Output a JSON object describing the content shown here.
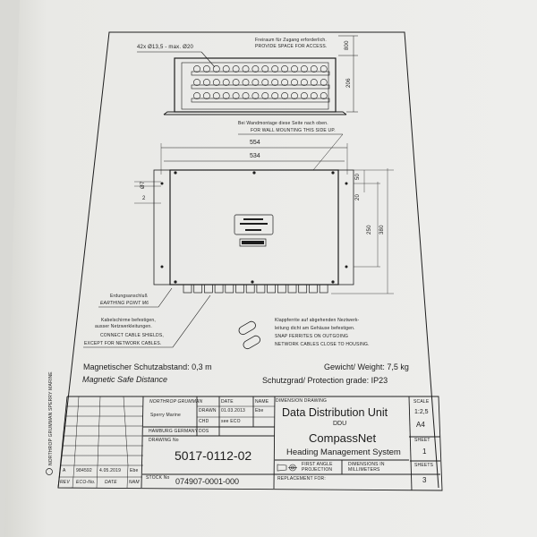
{
  "drawing": {
    "connector_note": "42x Ø13,5 - max. Ø20",
    "access_note_de": "Freiraum für Zugang erforderlich.",
    "access_note_en": "PROVIDE SPACE FOR ACCESS.",
    "dim_800": "800",
    "dim_206": "206",
    "wall_note_de": "Bei Wandmontage diese Seite nach oben.",
    "wall_note_en": "FOR WALL MOUNTING THIS SIDE UP.",
    "dim_554": "554",
    "dim_534": "534",
    "dim_d7": "Ø7",
    "dim_2": "2",
    "dim_50": "50",
    "dim_20": "20",
    "dim_250": "250",
    "dim_380": "380",
    "earthing_de": "Erdungsanschluß",
    "earthing_en": "EARTHING POINT M6",
    "shield_note": [
      "Kabelschirme befestigen,",
      "ausser Netzwerkleitungen.",
      "CONNECT CABLE SHIELDS,",
      "EXCEPT FOR NETWORK CABLES."
    ],
    "ferrite_note": [
      "Klappferrite auf abgehenden Neztwerk-",
      "leitung dicht am Gehäuse befestigen.",
      "SNAP FERRITES ON OUTGOING",
      "NETWORK CABLES CLOSE TO HOUSING."
    ],
    "magnetic_de": "Magnetischer Schutzabstand: 0,3 m",
    "magnetic_en": "Magnetic Safe Distance",
    "weight": "Gewicht/ Weight: 7,5 kg",
    "protection": "Schutzgrad/ Protection grade: IP23"
  },
  "side_text": "NORTHROP GRUMMAN SPERRY MARINE",
  "title_block": {
    "company": "NORTHROP GRUMMAN",
    "division": "Sperry Marine",
    "location": "HAMBURG GERMANY",
    "date_header": "DATE",
    "name_header": "NAME",
    "drawn_label": "DRAWN",
    "drawn_date": "01.03.2013",
    "drawn_name": "Ebe",
    "chd_label": "CHD",
    "chd_value": "see ECO",
    "dos_label": "DOS",
    "drawing_no_label": "DRAWING No",
    "drawing_no": "5017-0112-02",
    "stock_no_label": "STOCK No",
    "stock_no": "074907-0001-000",
    "revision": {
      "rev": "A",
      "eco": "984592",
      "date": "4.05.2019",
      "name": "Ebe"
    },
    "rev_headers": [
      "REV",
      "ECO-No.",
      "DATE",
      "NAM"
    ],
    "doc_type": "DIMENSION DRAWING",
    "title": "Data Distribution Unit",
    "abbrev": "DDU",
    "product": "CompassNet",
    "system": "Heading Management System",
    "projection": [
      "FIRST ANGLE",
      "PROJECTION"
    ],
    "units": [
      "DIMENSIONS IN",
      "MILLIMETERS"
    ],
    "replacement_label": "REPLACEMENT FOR:",
    "scale_label": "SCALE",
    "scale": "1:2,5",
    "format": "A4",
    "sheet_label": "SHEET",
    "sheet": "1",
    "sheets_label": "SHEETS",
    "sheets": "3"
  }
}
